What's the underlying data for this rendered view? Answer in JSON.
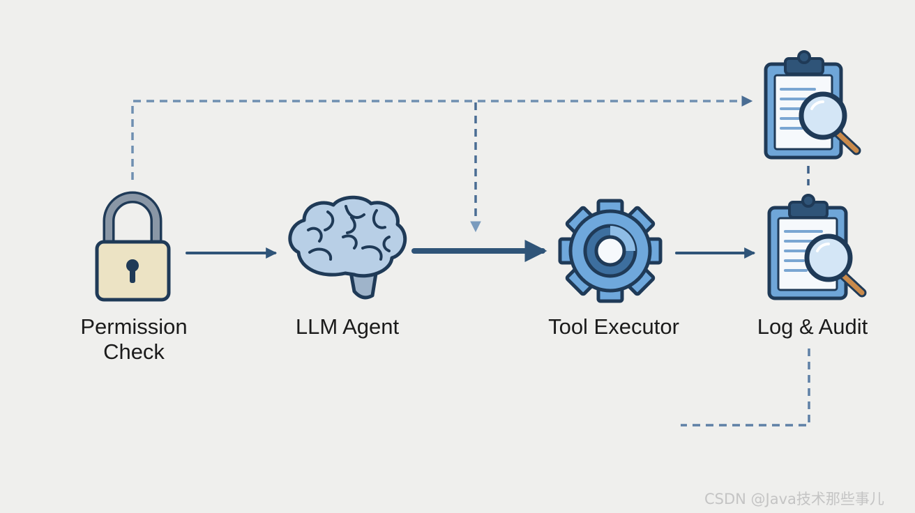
{
  "nodes": {
    "permission_check": {
      "label_line1": "Permission",
      "label_line2": "Check",
      "icon": "padlock-icon"
    },
    "llm_agent": {
      "label": "LLM Agent",
      "icon": "brain-icon"
    },
    "tool_executor": {
      "label": "Tool Executor",
      "icon": "gear-icon"
    },
    "log_audit": {
      "label": "Log & Audit",
      "icon": "clipboard-magnifier-icon"
    }
  },
  "watermark": "CSDN @Java技术那些事儿",
  "colors": {
    "background": "#efefed",
    "arrow_solid": "#2f5478",
    "arrow_dashed": "#4a6d93",
    "icon_outline": "#1f3a57",
    "gear_fill": "#6fa8dc",
    "brain_fill": "#b8cfe6",
    "lock_body": "#ece3c4",
    "lock_shackle": "#8a97a6",
    "clipboard_fill": "#6fa6d8",
    "paper_fill": "#f6f9fc",
    "magnifier_handle": "#c98a4b"
  }
}
